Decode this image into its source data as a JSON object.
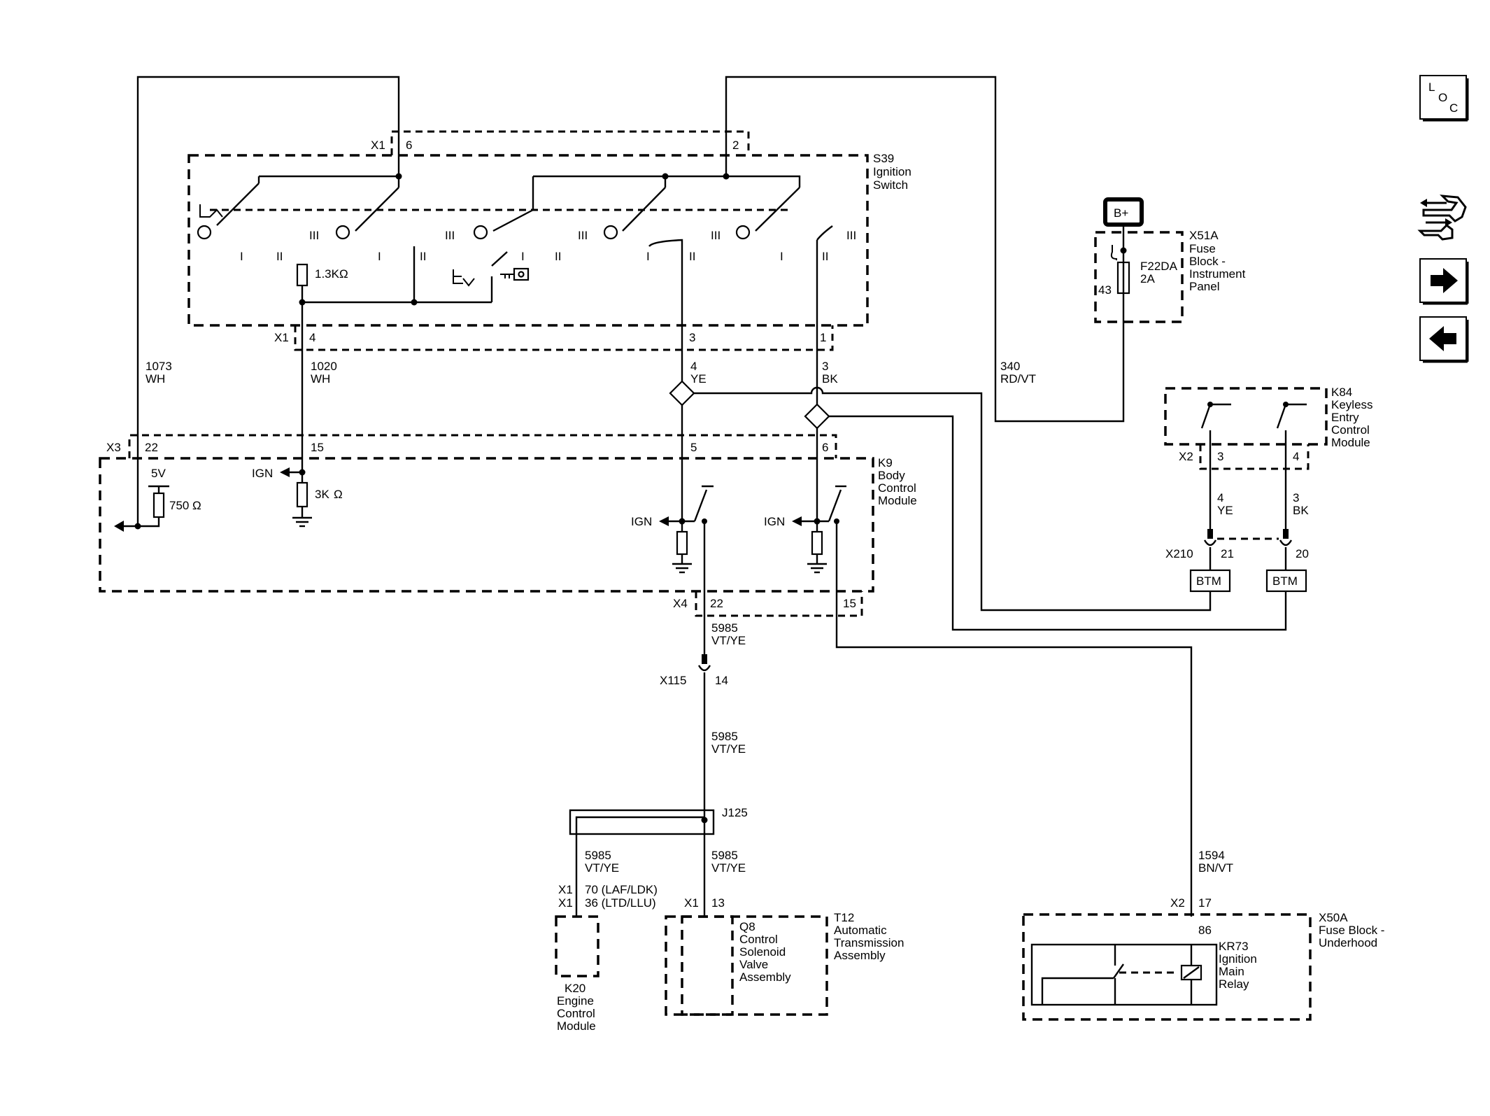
{
  "components": {
    "s39": {
      "ref": "S39",
      "lines": [
        "Ignition",
        "Switch"
      ],
      "res": "1.3K",
      "ohm": "Ω",
      "roman_i": "I",
      "roman_ii": "II",
      "roman_iii": "III"
    },
    "k9": {
      "ref": "K9",
      "lines": [
        "Body",
        "Control",
        "Module"
      ],
      "v5": "5V",
      "r750": "750",
      "r3k": "3K",
      "ign": "IGN"
    },
    "x51a": {
      "ref": "X51A",
      "lines": [
        "Fuse",
        "Block -",
        "Instrument",
        "Panel"
      ],
      "fuse": "F22DA",
      "amp": "2A",
      "pin": "43",
      "bplus": "B+"
    },
    "k84": {
      "ref": "K84",
      "lines": [
        "Keyless",
        "Entry",
        "Control",
        "Module"
      ]
    },
    "k20": {
      "ref": "K20",
      "lines": [
        "Engine",
        "Control",
        "Module"
      ]
    },
    "q8": {
      "ref": "Q8",
      "lines": [
        "Control",
        "Solenoid",
        "Valve",
        "Assembly"
      ]
    },
    "t12": {
      "ref": "T12",
      "lines": [
        "Automatic",
        "Transmission",
        "Assembly"
      ]
    },
    "x50a": {
      "ref": "X50A",
      "lines": [
        "Fuse Block -",
        "Underhood"
      ]
    },
    "kr73": {
      "ref": "KR73",
      "lines": [
        "Ignition",
        "Main",
        "Relay"
      ],
      "pin": "86"
    },
    "j125": {
      "ref": "J125"
    },
    "btm": {
      "label": "BTM"
    }
  },
  "connectors": {
    "x1": "X1",
    "x3": "X3",
    "x4": "X4",
    "x2": "X2",
    "x210": "X210",
    "x115": "X115"
  },
  "pins": {
    "p6": "6",
    "p2": "2",
    "p4": "4",
    "p3": "3",
    "p1": "1",
    "p22": "22",
    "p15": "15",
    "p5": "5",
    "p6b": "6",
    "p22b": "22",
    "p15b": "15",
    "p14": "14",
    "p3k": "3",
    "p4k": "4",
    "p21": "21",
    "p20": "20",
    "p13": "13",
    "p17": "17",
    "k20a": "70 (LAF/LDK)",
    "k20b": "36 (LTD/LLU)"
  },
  "wires": {
    "w1073": {
      "num": "1073",
      "color": "WH"
    },
    "w1020": {
      "num": "1020",
      "color": "WH"
    },
    "w4": {
      "num": "4",
      "color": "YE"
    },
    "w3": {
      "num": "3",
      "color": "BK"
    },
    "w340": {
      "num": "340",
      "color": "RD/VT"
    },
    "w5985": {
      "num": "5985",
      "color": "VT/YE"
    },
    "w1594": {
      "num": "1594",
      "color": "BN/VT"
    }
  },
  "nav": {
    "loc": {
      "l": "L",
      "o": "O",
      "c": "C"
    }
  }
}
